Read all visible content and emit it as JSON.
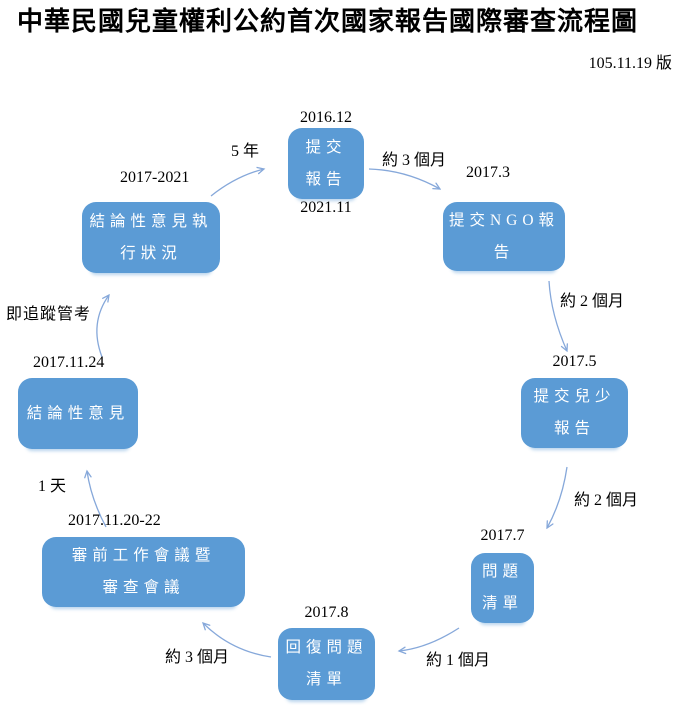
{
  "title": "中華民國兒童權利公約首次國家報告國際審查流程圖",
  "version": "105.11.19 版",
  "colors": {
    "node_fill": "#5B9BD5",
    "node_text": "#FFFFFF",
    "arrow": "#86A8DA",
    "label_text": "#000000"
  },
  "nodes": [
    {
      "id": "submit-report",
      "label": "提交\n報告",
      "date_above": "2016.12",
      "date_below": "2021.11"
    },
    {
      "id": "submit-ngo-report",
      "label": "提交NGO報\n告",
      "date": "2017.3"
    },
    {
      "id": "submit-child-report",
      "label": "提交兒少\n報告",
      "date": "2017.5"
    },
    {
      "id": "issues-list",
      "label": "問題\n清單",
      "date": "2017.7"
    },
    {
      "id": "reply-issues-list",
      "label": "回復問題\n清單",
      "date": "2017.8"
    },
    {
      "id": "pre-review-meeting",
      "label": "審前工作會議暨\n審查會議",
      "date": "2017.11.20-22"
    },
    {
      "id": "concluding-observations",
      "label": "結論性意見",
      "date": "2017.11.24"
    },
    {
      "id": "implementation-status",
      "label": "結論性意見執\n行狀況",
      "date": "2017-2021"
    }
  ],
  "edges": [
    {
      "from": "submit-report",
      "to": "submit-ngo-report",
      "label": "約 3 個月"
    },
    {
      "from": "submit-ngo-report",
      "to": "submit-child-report",
      "label": "約 2 個月"
    },
    {
      "from": "submit-child-report",
      "to": "issues-list",
      "label": "約 2 個月"
    },
    {
      "from": "issues-list",
      "to": "reply-issues-list",
      "label": "約 1 個月"
    },
    {
      "from": "reply-issues-list",
      "to": "pre-review-meeting",
      "label": "約 3 個月"
    },
    {
      "from": "pre-review-meeting",
      "to": "concluding-observations",
      "label": "1 天"
    },
    {
      "from": "concluding-observations",
      "to": "implementation-status",
      "label": "即追蹤管考"
    },
    {
      "from": "implementation-status",
      "to": "submit-report",
      "label": "5 年"
    }
  ]
}
